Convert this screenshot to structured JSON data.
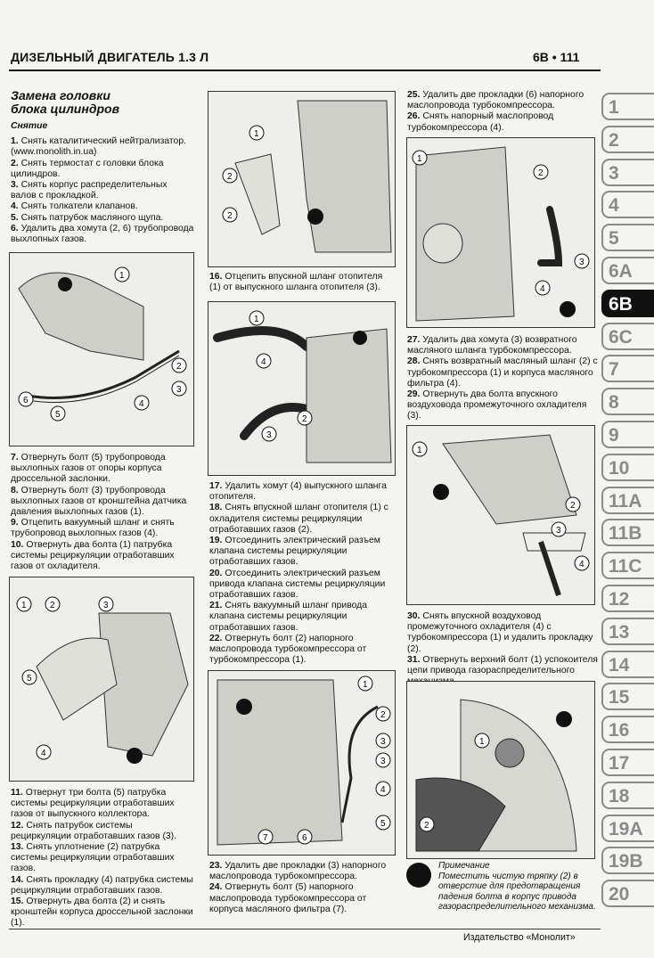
{
  "header": {
    "title": "ДИЗЕЛЬНЫЙ ДВИГАТЕЛЬ 1.3 Л",
    "page": "6В • 111"
  },
  "section": {
    "title_line1": "Замена головки",
    "title_line2": "блока цилиндров",
    "subtitle": "Снятие"
  },
  "steps": {
    "s1": [
      "1.",
      "Снять каталитический нейтрализатор. (www.monolith.in.ua)"
    ],
    "s2": [
      "2.",
      "Снять термостат с головки блока цилиндров."
    ],
    "s3": [
      "3.",
      "Снять корпус распределительных валов с прокладкой."
    ],
    "s4": [
      "4.",
      "Снять толкатели клапанов."
    ],
    "s5": [
      "5.",
      "Снять патрубок масляного щупа."
    ],
    "s6": [
      "6.",
      "Удалить два хомута (2, 6) трубопровода выхлопных газов."
    ],
    "s7": [
      "7.",
      "Отвернуть болт (5) трубопровода выхлопных газов от опоры корпуса дроссельной заслонки."
    ],
    "s8": [
      "8.",
      "Отвернуть болт (3) трубопровода выхлопных газов от кронштейна датчика давления выхлопных газов (1)."
    ],
    "s9": [
      "9.",
      "Отцепить вакуумный шланг и снять трубопровод выхлопных газов (4)."
    ],
    "s10": [
      "10.",
      "Отвернуть два болта (1) патрубка системы рециркуляции отработавших газов от охладителя."
    ],
    "s11": [
      "11.",
      "Отвернут три болта (5) патрубка системы рециркуляции отработавших газов от выпускного коллектора."
    ],
    "s12": [
      "12.",
      "Снять патрубок системы рециркуляции отработавших газов (3)."
    ],
    "s13": [
      "13.",
      "Снять уплотнение (2) патрубка системы рециркуляции отработавших газов."
    ],
    "s14": [
      "14.",
      "Снять прокладку (4) патрубка системы рециркуляции отработавших газов."
    ],
    "s15": [
      "15.",
      "Отвернуть два болта (2) и снять кронштейн корпуса дроссельной заслонки (1)."
    ],
    "s16": [
      "16.",
      "Отцепить впускной шланг отопителя (1) от выпускного шланга отопителя (3)."
    ],
    "s17": [
      "17.",
      "Удалить хомут (4) выпускного шланга отопителя."
    ],
    "s18": [
      "18.",
      "Снять впускной шланг отопителя (1) с охладителя системы рециркуляции отработавших газов (2)."
    ],
    "s19": [
      "19.",
      "Отсоединить электрический разъем клапана системы рециркуляции отработавших газов."
    ],
    "s20": [
      "20.",
      "Отсоединить электрический разъем привода клапана системы рециркуляции отработавших газов."
    ],
    "s21": [
      "21.",
      "Снять вакуумный шланг привода клапана системы рециркуляции отработавших газов."
    ],
    "s22": [
      "22.",
      "Отвернуть болт (2) напорного маслопровода турбокомпрессора от турбокомпрессора (1)."
    ],
    "s23": [
      "23.",
      "Удалить две прокладки (3) напорного маслопровода турбокомпрессора."
    ],
    "s24": [
      "24.",
      "Отвернуть болт (5) напорного маслопровода турбокомпрессора от корпуса масляного фильтра (7)."
    ],
    "s25": [
      "25.",
      "Удалить две прокладки (6) напорного маслопровода турбокомпрессора."
    ],
    "s26": [
      "26.",
      "Снять напорный маслопровод турбокомпрессора (4)."
    ],
    "s27": [
      "27.",
      "Удалить два хомута (3) возвратного масляного шланга турбокомпрессора."
    ],
    "s28": [
      "28.",
      "Снять возвратный масляный шланг (2) с турбокомпрессора (1) и корпуса масляного фильтра (4)."
    ],
    "s29": [
      "29.",
      "Отвернуть два болта впускного воздуховода промежуточного охладителя (3)."
    ],
    "s30": [
      "30.",
      "Снять впускной воздуховод промежуточного охладителя (4) с турбокомпрессора (1) и удалить прокладку (2)."
    ],
    "s31": [
      "31.",
      "Отвернуть верхний болт (1) успокоителя цепи привода газораспределительного механизма."
    ]
  },
  "note": {
    "title": "Примечание",
    "text": "Поместить чистую тряпку (2) в отверстие для предотвращения падения болта в корпус привода газораспределительного механизма."
  },
  "tabs": [
    "1",
    "2",
    "3",
    "4",
    "5",
    "6A",
    "6B",
    "6C",
    "7",
    "8",
    "9",
    "10",
    "11A",
    "11B",
    "11C",
    "12",
    "13",
    "14",
    "15",
    "16",
    "17",
    "18",
    "19A",
    "19B",
    "20"
  ],
  "active_tab": "6B",
  "footer": "Издательство «Монолит»"
}
